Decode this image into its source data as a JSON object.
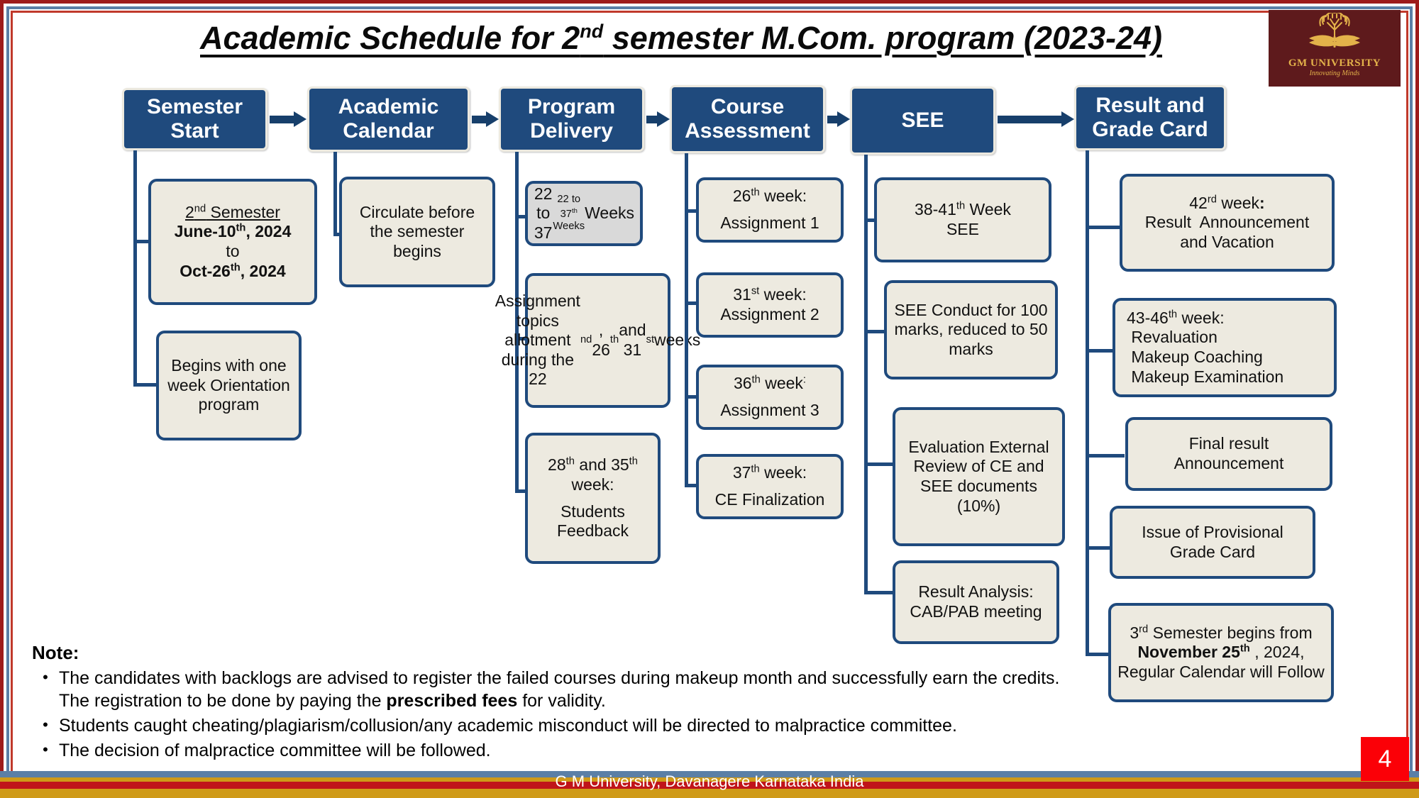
{
  "title": {
    "before": "Academic Schedule for 2",
    "sup": "nd",
    "after": " semester M.Com. program (2023-24)"
  },
  "logo": {
    "name": "GM UNIVERSITY",
    "tagline": "Innovating Minds"
  },
  "stages": [
    {
      "label": "Semester\nStart"
    },
    {
      "label": "Academic\nCalendar"
    },
    {
      "label": "Program\nDelivery"
    },
    {
      "label": "Course\nAssessment"
    },
    {
      "label": "SEE"
    },
    {
      "label": "Result and\nGrade Card"
    }
  ],
  "nodes": {
    "semester_start": [
      {
        "name": "semester-dates",
        "html": "<span class=\"ln u\">2<sup>nd</sup> Semester</span><span class=\"ln\"><b>June-10<sup>th</sup>, 2024</b></span><span class=\"ln\">to</span><span class=\"ln\"><b>Oct-26<sup>th</sup>, 2024</b></span>",
        "text": "2nd Semester June-10th, 2024 to Oct-26th, 2024"
      },
      {
        "name": "orientation-program",
        "html": "Begins with one week Orientation program",
        "text": "Begins with one week Orientation program"
      }
    ],
    "academic_calendar": [
      {
        "name": "calendar-circulation",
        "html": "Circulate before the semester begins",
        "text": "Circulate before the semester begins"
      }
    ],
    "program_delivery": [
      {
        "name": "delivery-weeks",
        "html": "22 to 37<sup>th</sup> Weeks",
        "text": "22 to 37th Weeks",
        "style": "grey"
      },
      {
        "name": "assignment-topics-allotment",
        "html": "Assignment topics allotment during the 22<sup>nd</sup>, 26<sup>th</sup> and 31<sup>st</sup> weeks",
        "text": "Assignment topics allotment during the 22nd, 26th and 31st weeks"
      },
      {
        "name": "students-feedback",
        "html": "<span class=\"ln\">28<sup>th</sup> and 35<sup>th</sup> week:</span><span class=\"gap\"></span><span class=\"ln\">Students Feedback</span>",
        "text": "28th and 35th week: Students Feedback"
      }
    ],
    "course_assessment": [
      {
        "name": "assignment-1",
        "html": "<span class=\"ln\">26<sup>th</sup> week:</span><span class=\"gap\"></span><span class=\"ln\">Assignment 1</span>",
        "text": "26th week: Assignment 1"
      },
      {
        "name": "assignment-2",
        "html": "<span class=\"ln\">31<sup>st</sup> week:</span><span class=\"ln\">Assignment 2</span>",
        "text": "31st week: Assignment 2"
      },
      {
        "name": "assignment-3",
        "html": "<span class=\"ln\">36<sup>th</sup> week<sup>:</sup></span><span class=\"gap\"></span><span class=\"ln\">Assignment 3</span>",
        "text": "36th week: Assignment 3"
      },
      {
        "name": "ce-finalization",
        "html": "<span class=\"ln\">37<sup>th</sup> week:</span><span class=\"gap\"></span><span class=\"ln\">CE Finalization</span>",
        "text": "37th week: CE Finalization"
      }
    ],
    "see": [
      {
        "name": "see-weeks",
        "html": "<span class=\"ln\">38-41<sup>th</sup> Week</span><span class=\"ln\">SEE</span>",
        "text": "38-41th Week SEE"
      },
      {
        "name": "see-conduct-marks",
        "html": "SEE Conduct for 100 marks, reduced to 50 marks",
        "text": "SEE Conduct for 100 marks, reduced to 50 marks"
      },
      {
        "name": "evaluation-external-review",
        "html": "Evaluation External Review of CE and SEE documents (10%)",
        "text": "Evaluation External Review of CE and SEE documents (10%)"
      },
      {
        "name": "result-analysis",
        "html": "Result Analysis: CAB/PAB meeting",
        "text": "Result Analysis: CAB/PAB meeting"
      }
    ],
    "result_grade_card": [
      {
        "name": "result-announcement-vacation",
        "html": "<span class=\"ln\">42<sup>rd</sup> week<b>:</b></span><span class=\"ln\">Result&nbsp; Announcement</span><span class=\"ln\">and Vacation</span>",
        "text": "42rd week: Result Announcement and Vacation"
      },
      {
        "name": "revaluation-makeup",
        "html": "<span class=\"ln\" style=\"text-align:left\">43-46<sup>th</sup> week:</span><span class=\"ln\" style=\"text-align:left\">&nbsp;Revaluation</span><span class=\"ln\" style=\"text-align:left\">&nbsp;Makeup Coaching</span><span class=\"ln\" style=\"text-align:left\">&nbsp;Makeup Examination</span>",
        "text": "43-46th week: Revaluation Makeup Coaching Makeup Examination"
      },
      {
        "name": "final-result-announcement",
        "html": "<span class=\"ln\">Final result</span><span class=\"ln\">Announcement</span>",
        "text": "Final result Announcement"
      },
      {
        "name": "provisional-grade-card",
        "html": "Issue of Provisional Grade Card",
        "text": "Issue of Provisional Grade Card"
      },
      {
        "name": "third-semester-begins",
        "html": "3<sup>rd</sup> Semester begins from <b>November 25<sup>th</sup></b> , 2024, Regular Calendar will Follow",
        "text": "3rd Semester begins from November 25th , 2024, Regular Calendar will Follow"
      }
    ]
  },
  "notes": {
    "heading": "Note:",
    "bullet": "•",
    "items": [
      {
        "html": "The candidates with backlogs are advised to register the failed courses during makeup month and successfully earn the credits. The registration to be done by paying the <b>prescribed fees</b> for validity.",
        "text": "The candidates with backlogs are advised to register the failed courses during makeup month and successfully earn the credits. The registration to be done by paying the prescribed fees for validity."
      },
      {
        "html": "Students caught cheating/plagiarism/collusion/any academic misconduct will be directed to malpractice committee.",
        "text": "Students caught cheating/plagiarism/collusion/any academic misconduct will be directed to malpractice committee."
      },
      {
        "html": "The decision of malpractice committee will be followed.",
        "text": "The decision of malpractice committee will be followed."
      }
    ]
  },
  "footer": {
    "text": "G M University, Davanagere Karnataka India",
    "slide_number": "4"
  },
  "colors": {
    "stage_fill": "#1f4a7d",
    "node_fill": "#edeae0",
    "node_fill_grey": "#d9d9d9",
    "node_border": "#1f4a7d",
    "frame_red": "#9d1b1b",
    "frame_blue": "#5b7fa6",
    "logo_bg": "#5e1a1c",
    "logo_gold": "#e3b24a",
    "footer_gold": "#cf9a18",
    "slide_num_bg": "#fb0007"
  }
}
